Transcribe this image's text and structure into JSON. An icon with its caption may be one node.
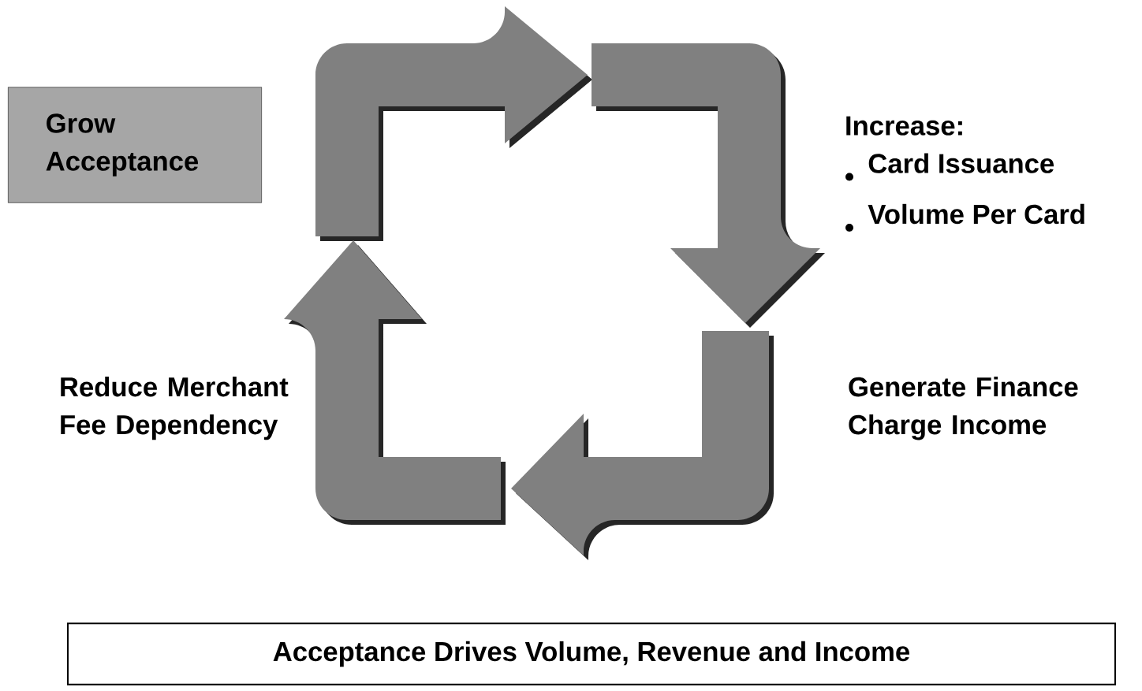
{
  "diagram": {
    "nodes": [
      {
        "text": [
          "Grow Acceptance"
        ]
      },
      {
        "text": [
          "Increase:",
          "•",
          "Card Issuance",
          "•",
          "Volume Per Card"
        ]
      },
      {
        "text": [
          "Generate Finance Charge Income"
        ]
      },
      {
        "text": [
          "Reduce Merchant Fee Dependency"
        ]
      },
      {
        "text": [
          "Acceptance Drives Volume, Revenue and Income"
        ]
      }
    ]
  }
}
